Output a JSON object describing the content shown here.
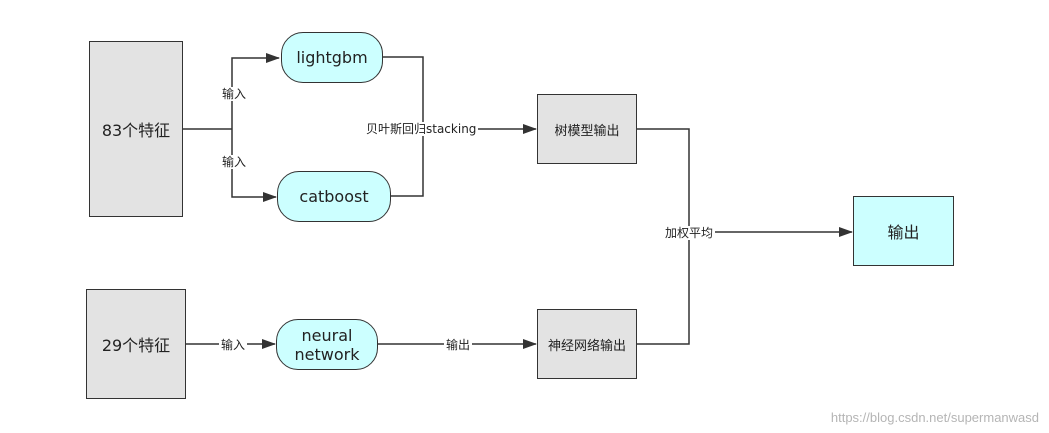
{
  "nodes": {
    "features_83": "83个特征",
    "features_29": "29个特征",
    "lightgbm": "lightgbm",
    "catboost": "catboost",
    "neural_network": "neural\nnetwork",
    "tree_output": "树模型输出",
    "nn_output": "神经网络输出",
    "final_output": "输出"
  },
  "edge_labels": {
    "input_lightgbm": "输入",
    "input_catboost": "输入",
    "input_nn": "输入",
    "stacking": "贝叶斯回归stacking",
    "nn_out": "输出",
    "weighted_avg": "加权平均"
  },
  "watermark": "https://blog.csdn.net/supermanwasd",
  "colors": {
    "gray_fill": "#e3e3e3",
    "cyan_fill": "#ccffff",
    "stroke": "#333333"
  }
}
